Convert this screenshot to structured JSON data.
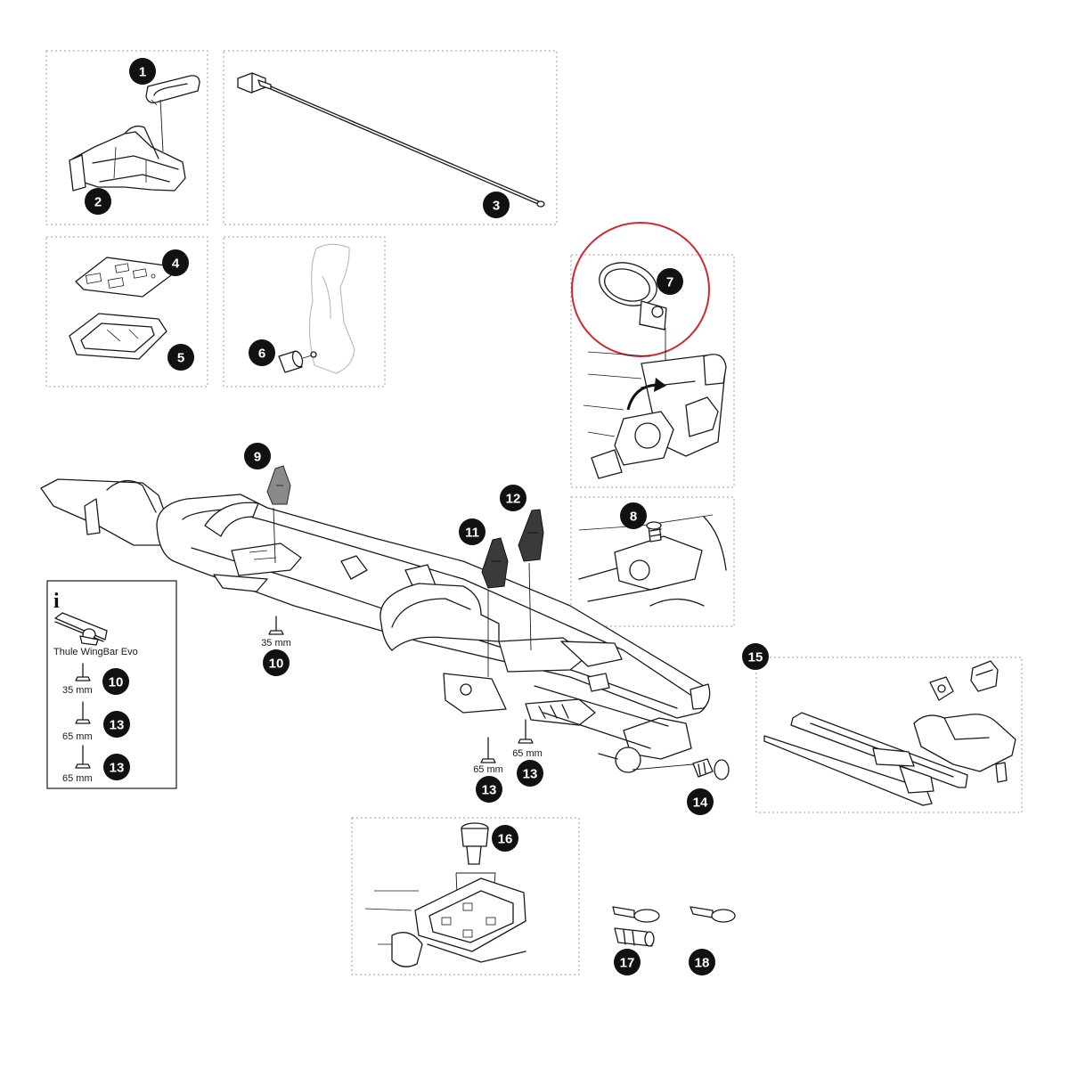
{
  "colors": {
    "callout_fill": "#111111",
    "callout_text": "#ffffff",
    "highlight_ring": "#d0282e",
    "frame_dash": "#9e9e9e"
  },
  "callouts": {
    "n1": "1",
    "n2": "2",
    "n3": "3",
    "n4": "4",
    "n5": "5",
    "n6": "6",
    "n7": "7",
    "n8": "8",
    "n9": "9",
    "n10_main": "10",
    "n10_info": "10",
    "n11": "11",
    "n12": "12",
    "n13_info_a": "13",
    "n13_info_b": "13",
    "n13_main_a": "13",
    "n13_main_b": "13",
    "n14": "14",
    "n15": "15",
    "n16": "16",
    "n17": "17",
    "n18": "18"
  },
  "labels": {
    "bolt_35_main": "35 mm",
    "bolt_65_main_a": "65 mm",
    "bolt_65_main_b": "65 mm"
  },
  "info_panel": {
    "icon": "i",
    "bar_name": "Thule WingBar Evo",
    "bolt_a": "35 mm",
    "bolt_b": "65 mm",
    "bolt_c": "65 mm"
  },
  "highlight": {
    "target_callout": "7"
  }
}
